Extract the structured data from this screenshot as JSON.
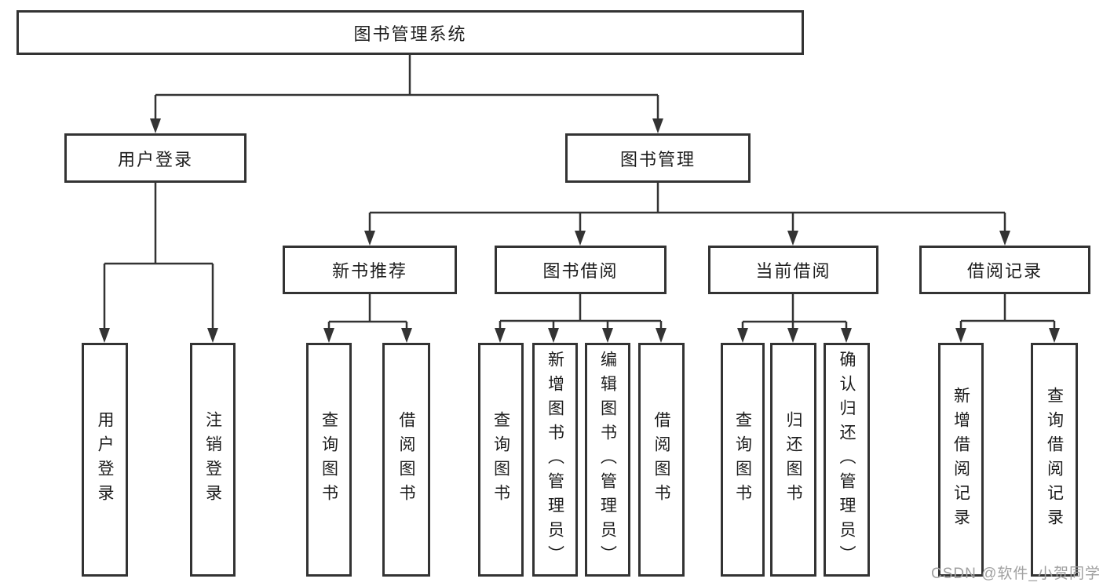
{
  "diagram": {
    "title": "图书管理系统",
    "type": "hierarchy-tree",
    "tree": {
      "label": "图书管理系统",
      "children": [
        {
          "label": "用户登录",
          "children": [
            {
              "label": "用户登录"
            },
            {
              "label": "注销登录"
            }
          ]
        },
        {
          "label": "图书管理",
          "children": [
            {
              "label": "新书推荐",
              "children": [
                {
                  "label": "查询图书"
                },
                {
                  "label": "借阅图书"
                }
              ]
            },
            {
              "label": "图书借阅",
              "children": [
                {
                  "label": "查询图书"
                },
                {
                  "label": "新增图书（管理员）"
                },
                {
                  "label": "编辑图书（管理员）"
                },
                {
                  "label": "借阅图书"
                }
              ]
            },
            {
              "label": "当前借阅",
              "children": [
                {
                  "label": "查询图书"
                },
                {
                  "label": "归还图书"
                },
                {
                  "label": "确认归还（管理员）"
                }
              ]
            },
            {
              "label": "借阅记录",
              "children": [
                {
                  "label": "新增借阅记录"
                },
                {
                  "label": "查询借阅记录"
                }
              ]
            }
          ]
        }
      ]
    }
  },
  "watermark": {
    "text": "CSDN @软件_小贺同学",
    "color": "#a0a0a0"
  },
  "colors": {
    "line": "#333333",
    "box_border": "#333333",
    "text": "#1c1c1c",
    "background": "#ffffff"
  }
}
